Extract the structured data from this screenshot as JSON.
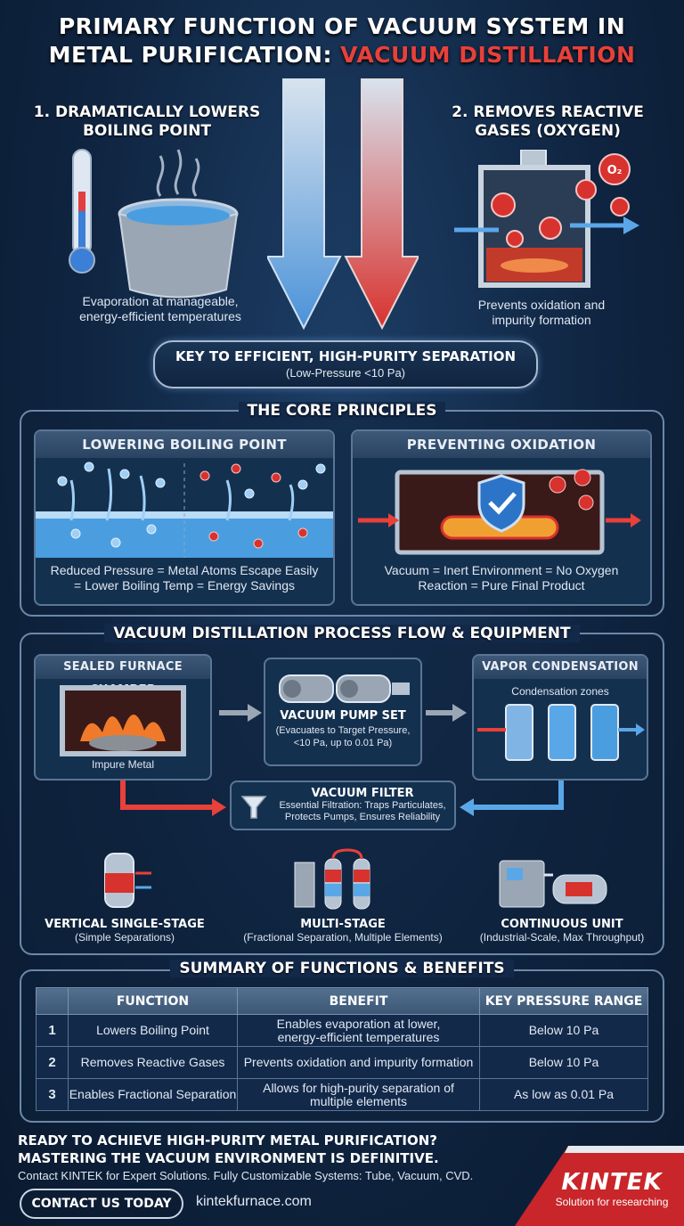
{
  "title": {
    "line1": "PRIMARY FUNCTION OF VACUUM SYSTEM IN",
    "line2_prefix": "METAL PURIFICATION: ",
    "line2_highlight": "VACUUM DISTILLATION"
  },
  "top": {
    "left_heading_1": "1. DRAMATICALLY LOWERS",
    "left_heading_2": "BOILING POINT",
    "left_caption_1": "Evaporation at manageable,",
    "left_caption_2": "energy-efficient temperatures",
    "right_heading_1": "2. REMOVES REACTIVE",
    "right_heading_2": "GASES (OXYGEN)",
    "right_caption_1": "Prevents oxidation and",
    "right_caption_2": "impurity formation",
    "o2_label": "O₂"
  },
  "key_pill": {
    "line1": "KEY TO EFFICIENT, HIGH-PURITY SEPARATION",
    "line2": "(Low-Pressure <10 Pa)"
  },
  "core": {
    "heading": "THE CORE PRINCIPLES",
    "left_title": "LOWERING BOILING POINT",
    "left_caption_1": "Reduced Pressure = Metal Atoms Escape Easily",
    "left_caption_2": "= Lower Boiling Temp = Energy Savings",
    "right_title": "PREVENTING OXIDATION",
    "right_caption_1": "Vacuum = Inert Environment = No Oxygen",
    "right_caption_2": "Reaction = Pure Final Product"
  },
  "process": {
    "heading": "VACUUM DISTILLATION PROCESS FLOW & EQUIPMENT",
    "furnace_title": "SEALED FURNACE CHAMBER",
    "furnace_caption": "Impure Metal",
    "pump_title": "VACUUM PUMP SET",
    "pump_caption_1": "(Evacuates to Target Pressure,",
    "pump_caption_2": "<10 Pa, up to 0.01 Pa)",
    "condense_title": "VAPOR CONDENSATION",
    "condense_caption": "Condensation zones",
    "filter_title": "VACUUM FILTER",
    "filter_caption_1": "Essential Filtration: Traps Particulates,",
    "filter_caption_2": "Protects Pumps, Ensures Reliability",
    "equipment": [
      {
        "name": "VERTICAL SINGLE-STAGE",
        "desc": "(Simple Separations)"
      },
      {
        "name": "MULTI-STAGE",
        "desc": "(Fractional Separation, Multiple Elements)"
      },
      {
        "name": "CONTINUOUS UNIT",
        "desc": "(Industrial-Scale, Max Throughput)"
      }
    ]
  },
  "summary": {
    "heading": "SUMMARY OF FUNCTIONS & BENEFITS",
    "columns": [
      "FUNCTION",
      "BENEFIT",
      "KEY PRESSURE RANGE"
    ],
    "rows": [
      {
        "num": "1",
        "function": "Lowers Boiling Point",
        "benefit_1": "Enables evaporation at lower,",
        "benefit_2": "energy-efficient temperatures",
        "range": "Below 10 Pa"
      },
      {
        "num": "2",
        "function": "Removes Reactive Gases",
        "benefit_1": "Prevents oxidation and impurity formation",
        "benefit_2": "",
        "range": "Below 10 Pa"
      },
      {
        "num": "3",
        "function": "Enables Fractional Separation",
        "benefit_1": "Allows for high-purity separation of",
        "benefit_2": "multiple elements",
        "range": "As low as 0.01 Pa"
      }
    ]
  },
  "footer": {
    "line1": "READY TO ACHIEVE HIGH-PURITY METAL PURIFICATION?",
    "line2": "MASTERING THE VACUUM ENVIRONMENT IS DEFINITIVE.",
    "line3": "Contact KINTEK for Expert Solutions. Fully Customizable Systems: Tube, Vacuum, CVD.",
    "cta": "CONTACT US TODAY",
    "url": "kintekfurnace.com",
    "brand": "KINTEK",
    "tagline": "Solution for researching"
  },
  "colors": {
    "accent_red": "#e8403a",
    "accent_blue": "#5aa7e8",
    "background": "#0f2440"
  }
}
